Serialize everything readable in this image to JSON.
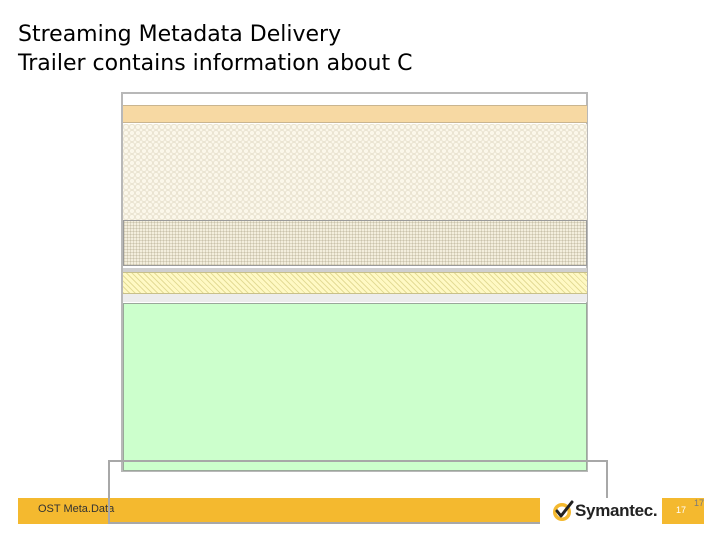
{
  "slide": {
    "title_line1": "Streaming Metadata Delivery",
    "title_line2": "Trailer contains information about C"
  },
  "footer": {
    "label": "OST Meta.Data",
    "logo_text": "Symantec.",
    "page_number": "17",
    "page_number_ghost": "17"
  },
  "colors": {
    "footer_bar": "#f4b92f",
    "green_block": "#ccffcc",
    "tan_band": "#f7d9a3",
    "yellow_band": "#fff9c4",
    "logo_yellow": "#f4b92f"
  }
}
